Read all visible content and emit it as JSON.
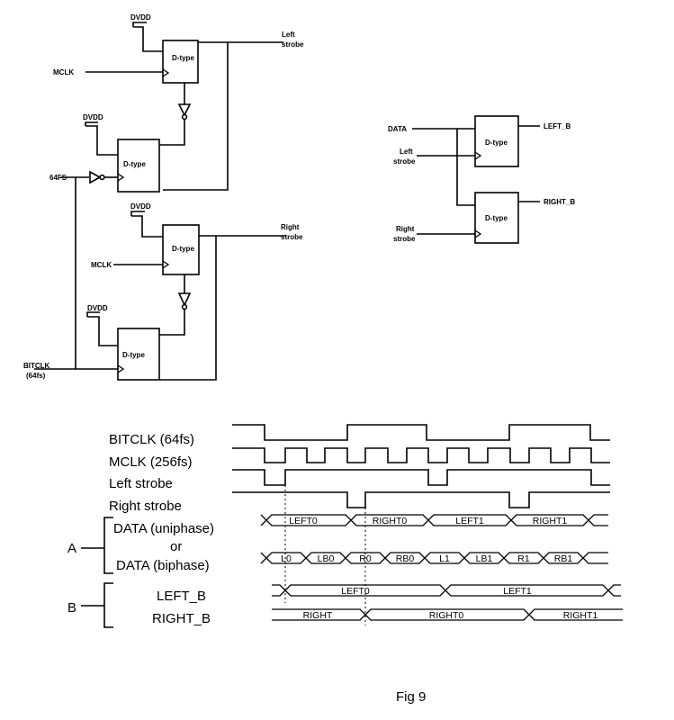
{
  "circuit": {
    "dvdd": "DVDD",
    "mclk": "MCLK",
    "dtype": "D-type",
    "fs64": "64FS",
    "left_strobe_1": "Left",
    "left_strobe_2": "strobe",
    "right_strobe_1": "Right",
    "right_strobe_2": "strobe",
    "bitclk_1": "BITCLK",
    "bitclk_2": "(64fs)",
    "data": "DATA",
    "left_b": "LEFT_B",
    "right_b": "RIGHT_B"
  },
  "timing": {
    "signal_names": [
      "BITCLK (64fs)",
      "MCLK (256fs)",
      "Left strobe",
      "Right strobe"
    ],
    "data_uniphase": "DATA (uniphase)",
    "or": "or",
    "data_biphase": "DATA (biphase)",
    "group_a": "A",
    "group_b": "B",
    "left_b": "LEFT_B",
    "right_b": "RIGHT_B",
    "uniphase_cells": [
      "LEFT0",
      "RIGHT0",
      "LEFT1",
      "RIGHT1"
    ],
    "biphase_cells": [
      "L0",
      "LB0",
      "R0",
      "RB0",
      "L1",
      "LB1",
      "R1",
      "RB1"
    ],
    "left_b_cells": [
      "LEFT0",
      "LEFT1"
    ],
    "right_b_cells": [
      "RIGHT",
      "RIGHT0",
      "RIGHT1"
    ]
  },
  "caption": "Fig 9"
}
